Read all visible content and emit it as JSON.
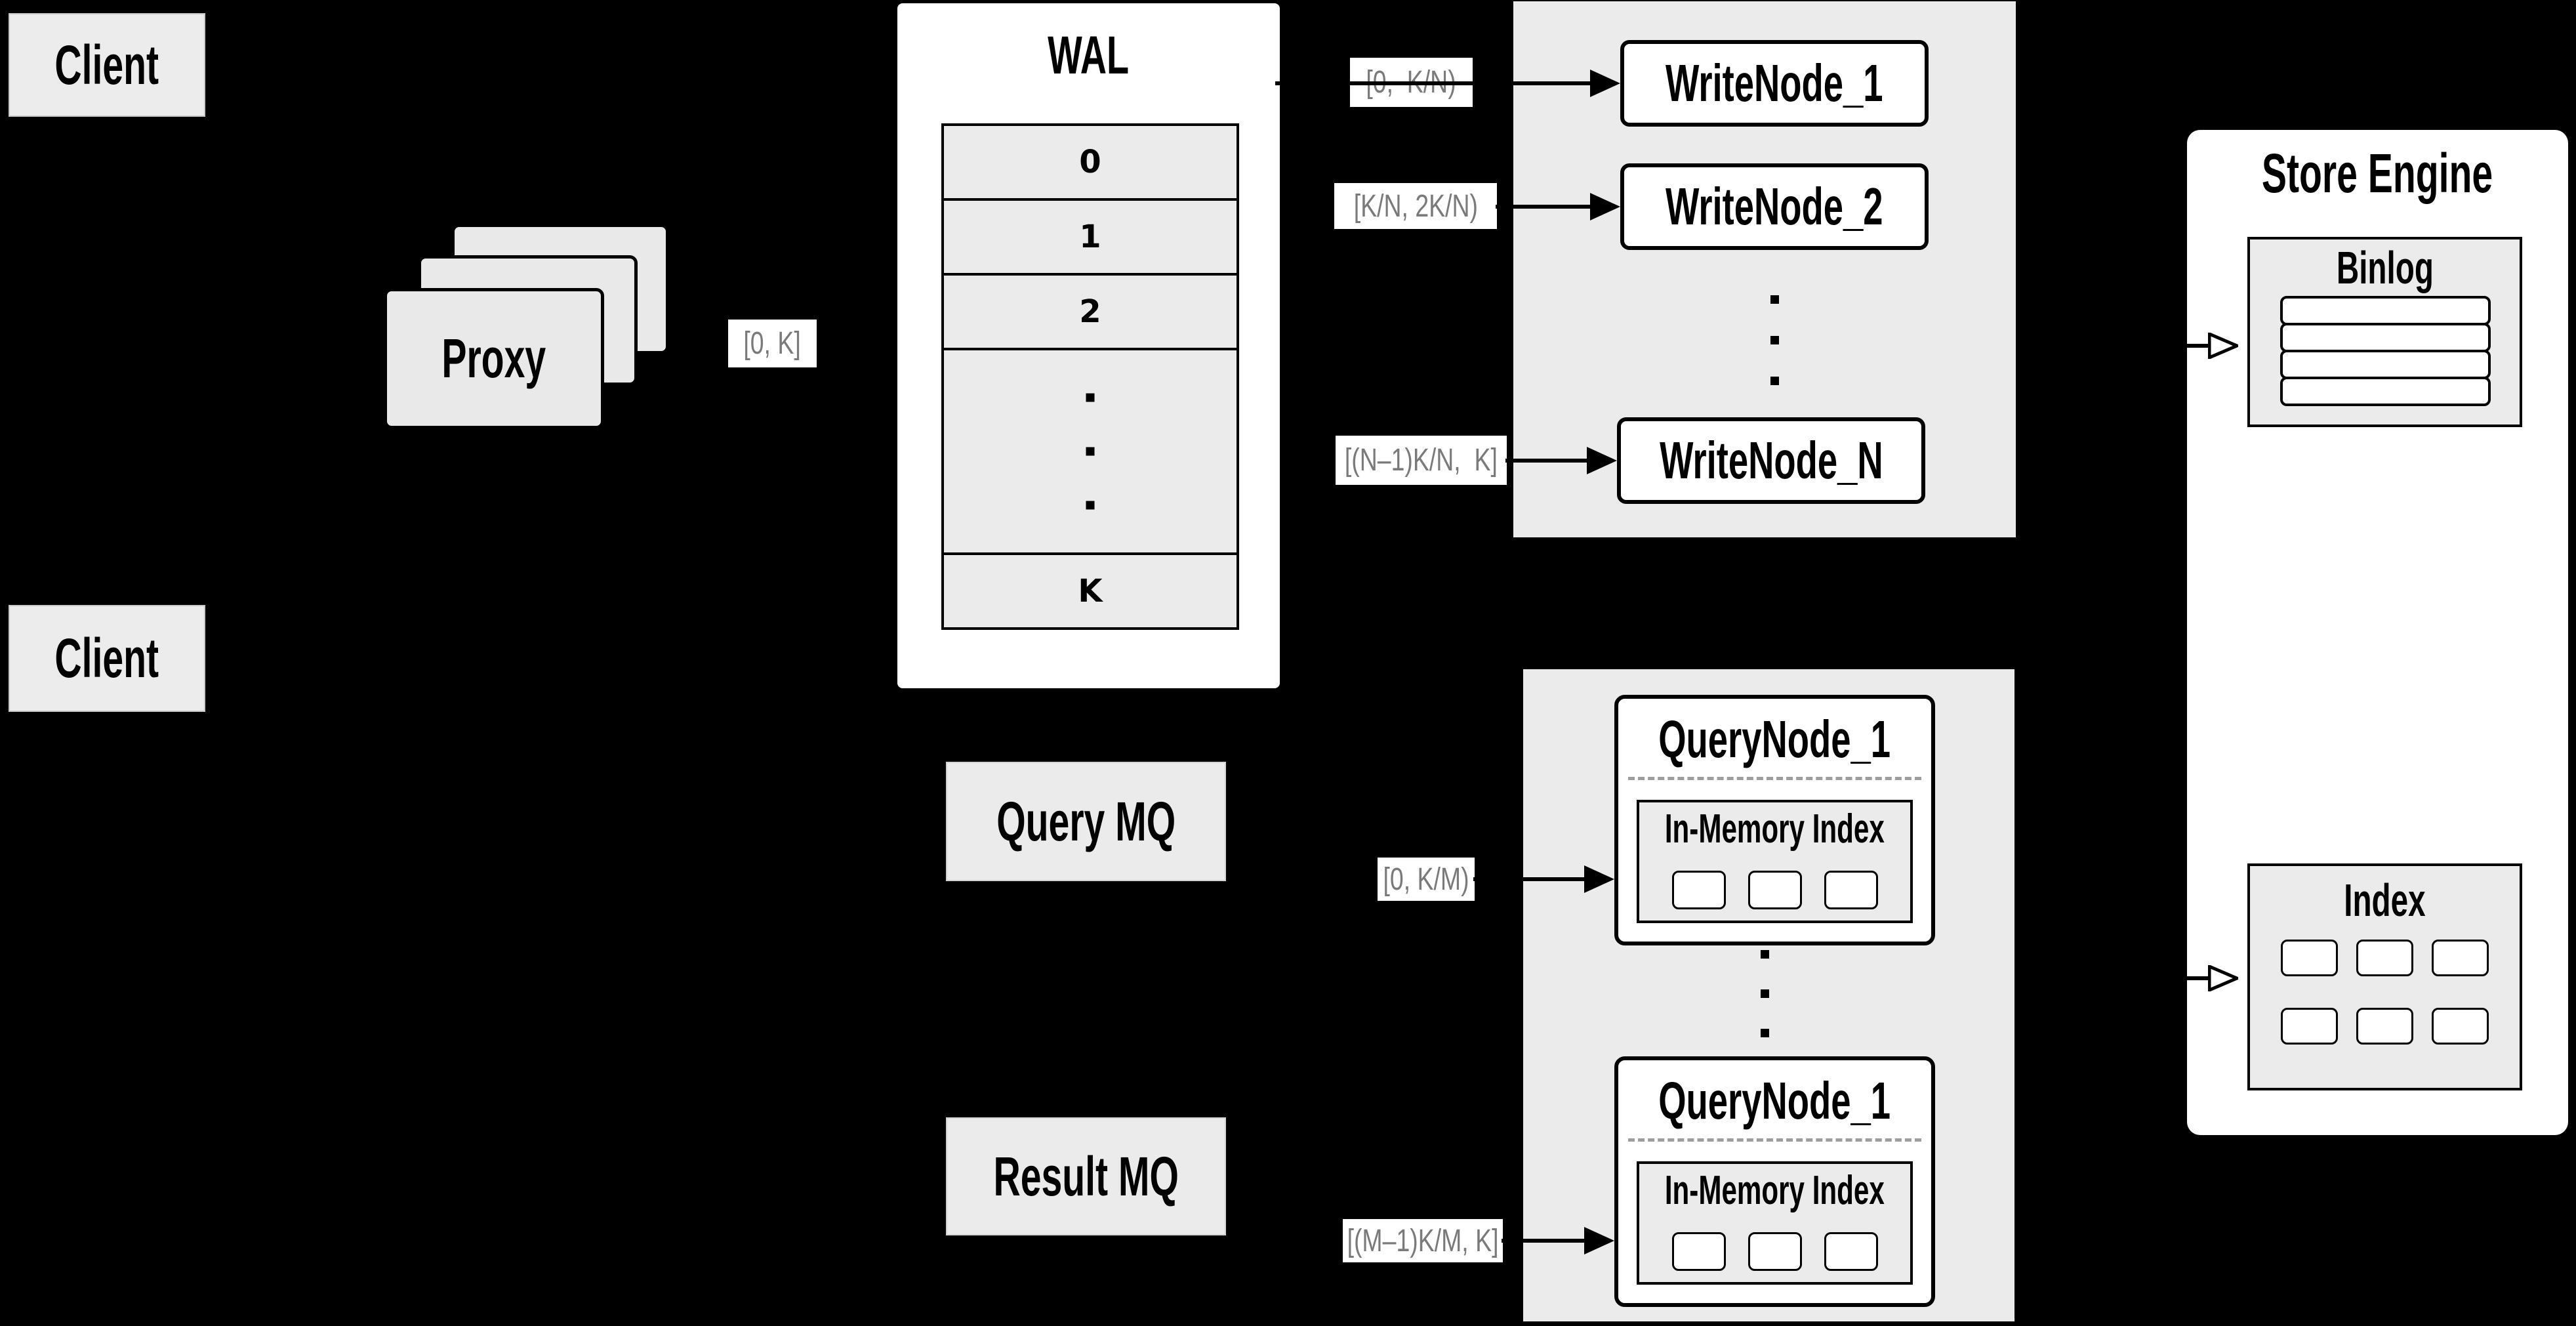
{
  "clients": {
    "top_label": "Client",
    "bottom_label": "Client"
  },
  "proxy": {
    "label": "Proxy"
  },
  "wal": {
    "title": "WAL",
    "segments": [
      "0",
      "1",
      "2"
    ],
    "last_segment": "K"
  },
  "range_labels": {
    "proxy_out": "[0, K]",
    "write_node_1": "[0,  K/N)",
    "write_node_2": "[K/N, 2K/N)",
    "write_node_n": "[(N–1)K/N,  K]",
    "query_node_1": "[0, K/M)",
    "query_node_m": "[(M–1)K/M, K]"
  },
  "write_nodes": {
    "node_1": "WriteNode_1",
    "node_2": "WriteNode_2",
    "node_n": "WriteNode_N"
  },
  "message_queues": {
    "query": "Query MQ",
    "result": "Result MQ"
  },
  "query_nodes": {
    "top": {
      "title": "QueryNode_1",
      "inner_title": "In-Memory Index"
    },
    "bottom": {
      "title": "QueryNode_1",
      "inner_title": "In-Memory Index"
    }
  },
  "store_engine": {
    "title": "Store Engine",
    "binlog_title": "Binlog",
    "index_title": "Index",
    "binlog_rows": 4,
    "index_cells": 6
  },
  "colors": {
    "background": "#000000",
    "panel_gray": "#ebebeb",
    "box_white": "#ffffff",
    "border_black": "#000000",
    "label_text": "#7a7a7a",
    "divider_gray": "#9e9e9e"
  }
}
